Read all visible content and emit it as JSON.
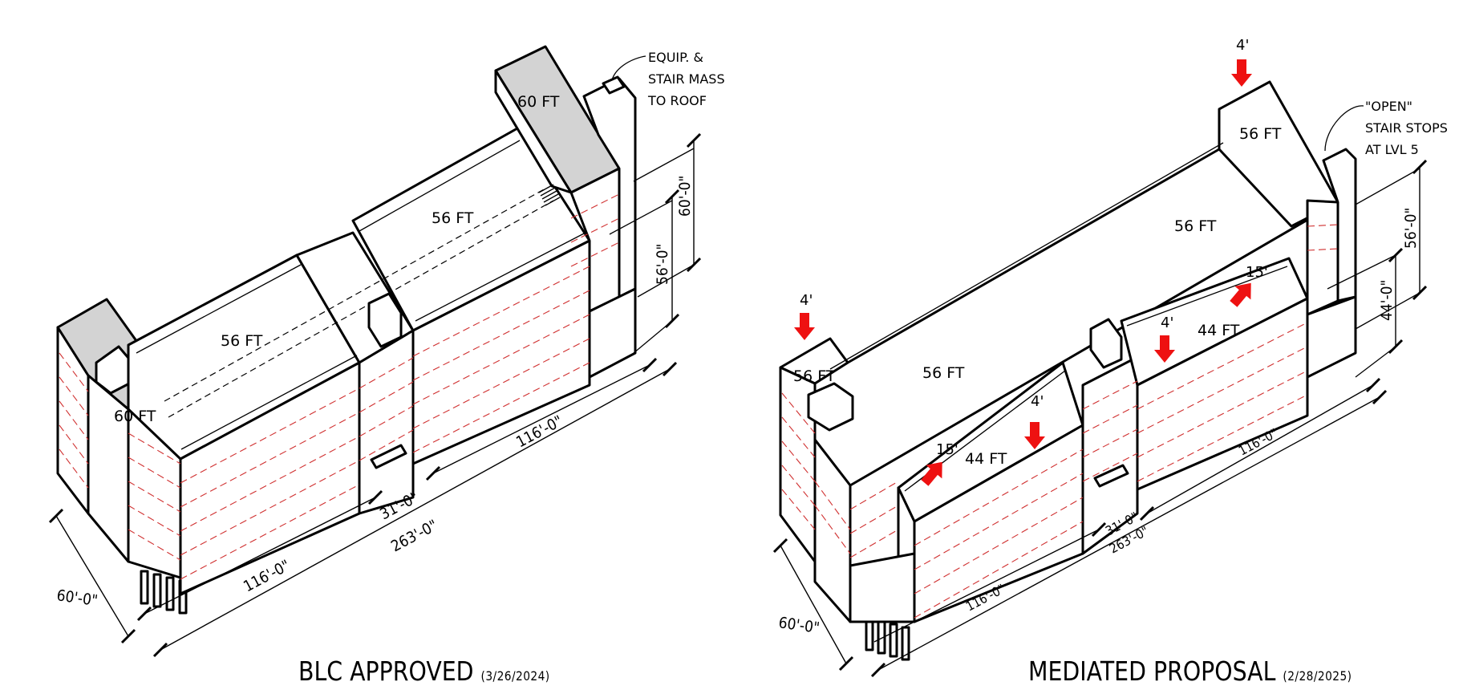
{
  "left": {
    "title": "BLC APPROVED",
    "date": "(3/26/2024)",
    "labels": {
      "roof_left_main": "56 FT",
      "roof_left_wing": "60 FT",
      "roof_right_main": "56 FT",
      "roof_right_wing": "60 FT"
    },
    "dims": {
      "length_a": "116'-0\"",
      "gap": "31'-0\"",
      "total": "263'-0\"",
      "length_b": "116'-0\"",
      "depth": "60'-0\"",
      "height_56": "56'-0\"",
      "height_60": "60'-0\""
    },
    "note": [
      "EQUIP. &",
      "STAIR MASS",
      "TO ROOF"
    ]
  },
  "right": {
    "title": "MEDIATED PROPOSAL",
    "date": "(2/28/2025)",
    "labels": {
      "roof_corner": "56 FT",
      "roof_main_left": "56 FT",
      "roof_front_left": "44 FT",
      "roof_main_right": "56 FT",
      "roof_front_right": "44 FT",
      "roof_corner_right": "56 FT"
    },
    "arrows": {
      "corner_left": "4'",
      "front_left_down": "4'",
      "front_left_up": "15'",
      "front_right_down": "4'",
      "front_right_up": "15'",
      "top_right": "4'"
    },
    "dims": {
      "length_a": "116'-0\"",
      "gap": "31'-0\"",
      "total": "263'-0\"",
      "length_b": "116'-0\"",
      "depth": "60'-0\"",
      "height_44": "44'-0\"",
      "height_56": "56'-0\""
    },
    "note": [
      "\"OPEN\"",
      "STAIR STOPS",
      "AT LVL 5"
    ]
  },
  "colors": {
    "outline": "#000000",
    "shaded_roof": "#d3d3d3",
    "floor_lines": "#d03030",
    "arrow": "#ee1111"
  }
}
